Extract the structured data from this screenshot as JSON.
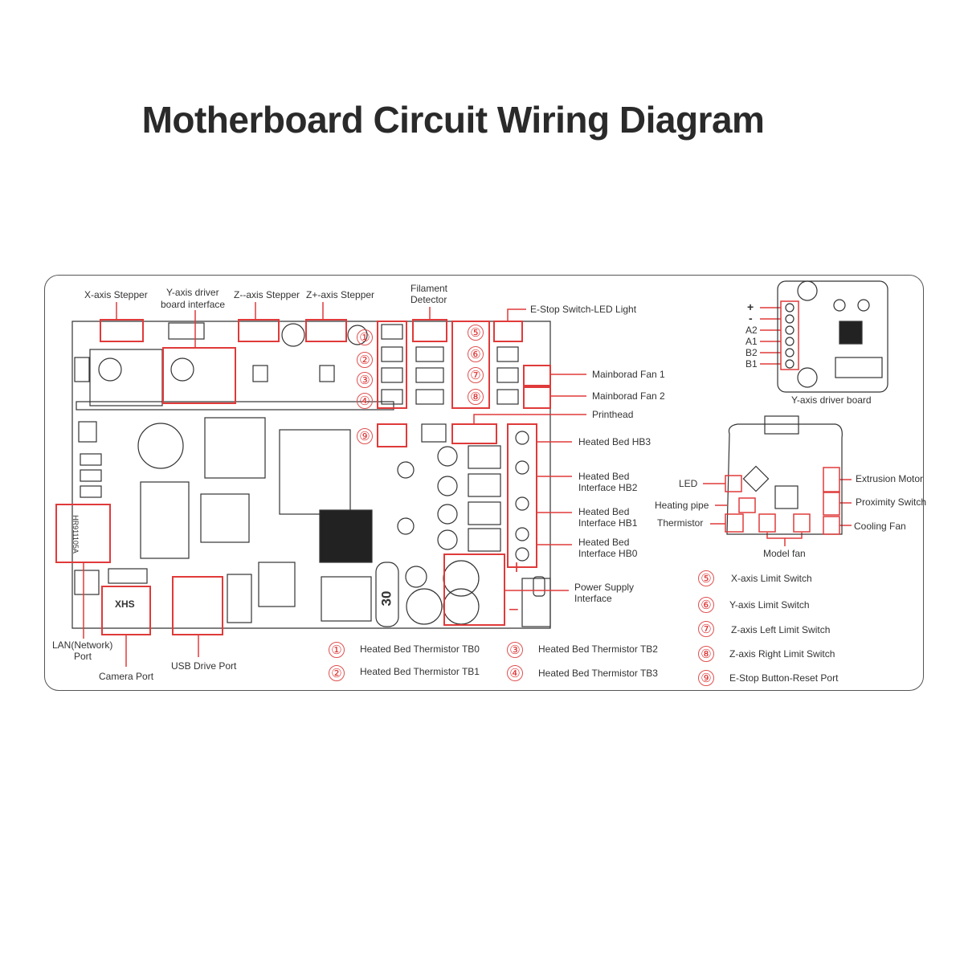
{
  "title": "Motherboard Circuit Wiring Diagram",
  "mainboard_labels": {
    "x_stepper": "X-axis Stepper",
    "y_driver_1": "Y-axis driver",
    "y_driver_2": "board interface",
    "zminus_stepper": "Z--axis Stepper",
    "zplus_stepper": "Z+-axis Stepper",
    "filament_1": "Filament",
    "filament_2": "Detector",
    "estop_led": "E-Stop Switch-LED Light",
    "fan1": "Mainborad Fan 1",
    "fan2": "Mainborad Fan 2",
    "printhead": "Printhead",
    "hb3": "Heated Bed HB3",
    "hb2_1": "Heated Bed",
    "hb2_2": "Interface HB2",
    "hb1_1": "Heated Bed",
    "hb1_2": "Interface HB1",
    "hb0_1": "Heated Bed",
    "hb0_2": "Interface HB0",
    "power_1": "Power Supply",
    "power_2": "Interface",
    "lan_1": "LAN(Network)",
    "lan_2": "Port",
    "camera": "Camera Port",
    "usb": "USB Drive Port",
    "plus": "+",
    "minus": "−",
    "chip_30": "30",
    "rj45": "HR911105A",
    "cam_text": "XHS"
  },
  "board_numbers": [
    "①",
    "②",
    "③",
    "④",
    "⑤",
    "⑥",
    "⑦",
    "⑧",
    "⑨"
  ],
  "y_driver_board": {
    "title": "Y-axis driver board",
    "pins": [
      "+",
      "-",
      "A2",
      "A1",
      "B2",
      "B1"
    ]
  },
  "printhead_board": {
    "led": "LED",
    "heating_pipe": "Heating pipe",
    "thermistor": "Thermistor",
    "extrusion_motor": "Extrusion Motor",
    "proximity_switch": "Proximity Switch",
    "cooling_fan": "Cooling Fan",
    "model_fan": "Model fan"
  },
  "legend": [
    {
      "num": "①",
      "text": "Heated Bed Thermistor  TB0"
    },
    {
      "num": "②",
      "text": "Heated Bed Thermistor TB1"
    },
    {
      "num": "③",
      "text": "Heated Bed Thermistor TB2"
    },
    {
      "num": "④",
      "text": "Heated Bed Thermistor TB3"
    },
    {
      "num": "⑤",
      "text": "X-axis Limit Switch"
    },
    {
      "num": "⑥",
      "text": "Y-axis Limit Switch"
    },
    {
      "num": "⑦",
      "text": "Z-axis Left Limit Switch"
    },
    {
      "num": "⑧",
      "text": "Z-axis Right Limit Switch"
    },
    {
      "num": "⑨",
      "text": "E-Stop Button-Reset Port"
    }
  ],
  "colors": {
    "accent": "#e03a3a",
    "line": "#333333"
  }
}
